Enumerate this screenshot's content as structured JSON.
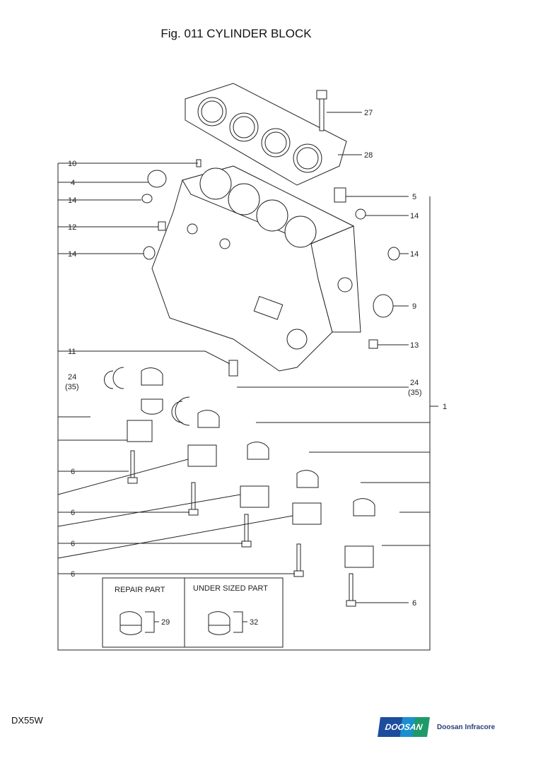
{
  "title": "Fig. 011 CYLINDER BLOCK",
  "model": "DX55W",
  "brand": {
    "mark": "DOOSAN",
    "name": "Doosan Infracore",
    "colors": [
      "#1d4d9c",
      "#1b8fd0",
      "#1e9a6a"
    ]
  },
  "callouts_left": [
    "10",
    "4",
    "14",
    "12",
    "14",
    "11",
    "24",
    "(35)",
    "6",
    "6",
    "6",
    "6"
  ],
  "callouts_right": [
    "27",
    "28",
    "5",
    "14",
    "14",
    "9",
    "13",
    "24",
    "(35)",
    "1",
    "6"
  ],
  "inset": {
    "repair_label": "REPAIR PART",
    "repair_part": "29",
    "undersized_label": "UNDER SIZED PART",
    "undersized_part": "32"
  }
}
